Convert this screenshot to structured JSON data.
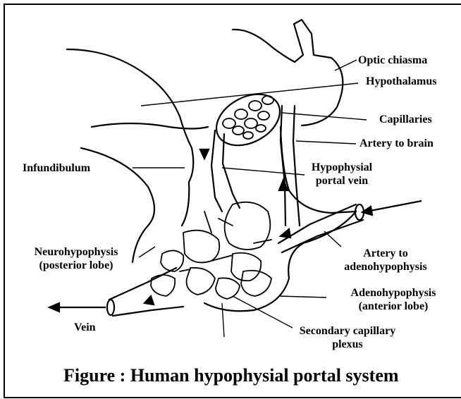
{
  "diagram": {
    "labels": {
      "optic_chiasma": "Optic chiasma",
      "hypothalamus": "Hypothalamus",
      "capillaries": "Capillaries",
      "artery_to_brain": "Artery to brain",
      "infundibulum": "Infundibulum",
      "hypophysial_portal_vein_1": "Hypophysial",
      "hypophysial_portal_vein_2": "portal vein",
      "neurohypophysis_1": "Neurohypophysis",
      "neurohypophysis_2": "(posterior lobe)",
      "artery_adeno_1": "Artery to",
      "artery_adeno_2": "adenohypophysis",
      "adenohypophysis_1": "Adenohypophysis",
      "adenohypophysis_2": "(anterior lobe)",
      "vein": "Vein",
      "secondary_plexus_1": "Secondary capillary",
      "secondary_plexus_2": "plexus"
    },
    "caption": "Figure : Human hypophysial portal system"
  }
}
